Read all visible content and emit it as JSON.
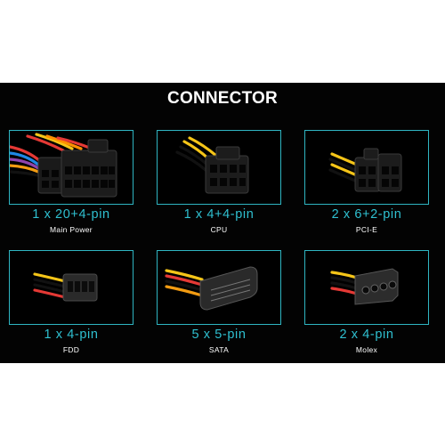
{
  "title": "CONNECTOR",
  "connectors": [
    {
      "spec": "1 x 20+4-pin",
      "name": "Main Power",
      "icon": "atx-24pin-connector-icon"
    },
    {
      "spec": "1 x 4+4-pin",
      "name": "CPU",
      "icon": "cpu-8pin-connector-icon"
    },
    {
      "spec": "2 x 6+2-pin",
      "name": "PCI-E",
      "icon": "pcie-8pin-connector-icon"
    },
    {
      "spec": "1 x 4-pin",
      "name": "FDD",
      "icon": "fdd-connector-icon"
    },
    {
      "spec": "5 x 5-pin",
      "name": "SATA",
      "icon": "sata-connector-icon"
    },
    {
      "spec": "2 x 4-pin",
      "name": "Molex",
      "icon": "molex-connector-icon"
    }
  ],
  "colors": {
    "accent": "#2fb5c2",
    "background": "#030303"
  }
}
